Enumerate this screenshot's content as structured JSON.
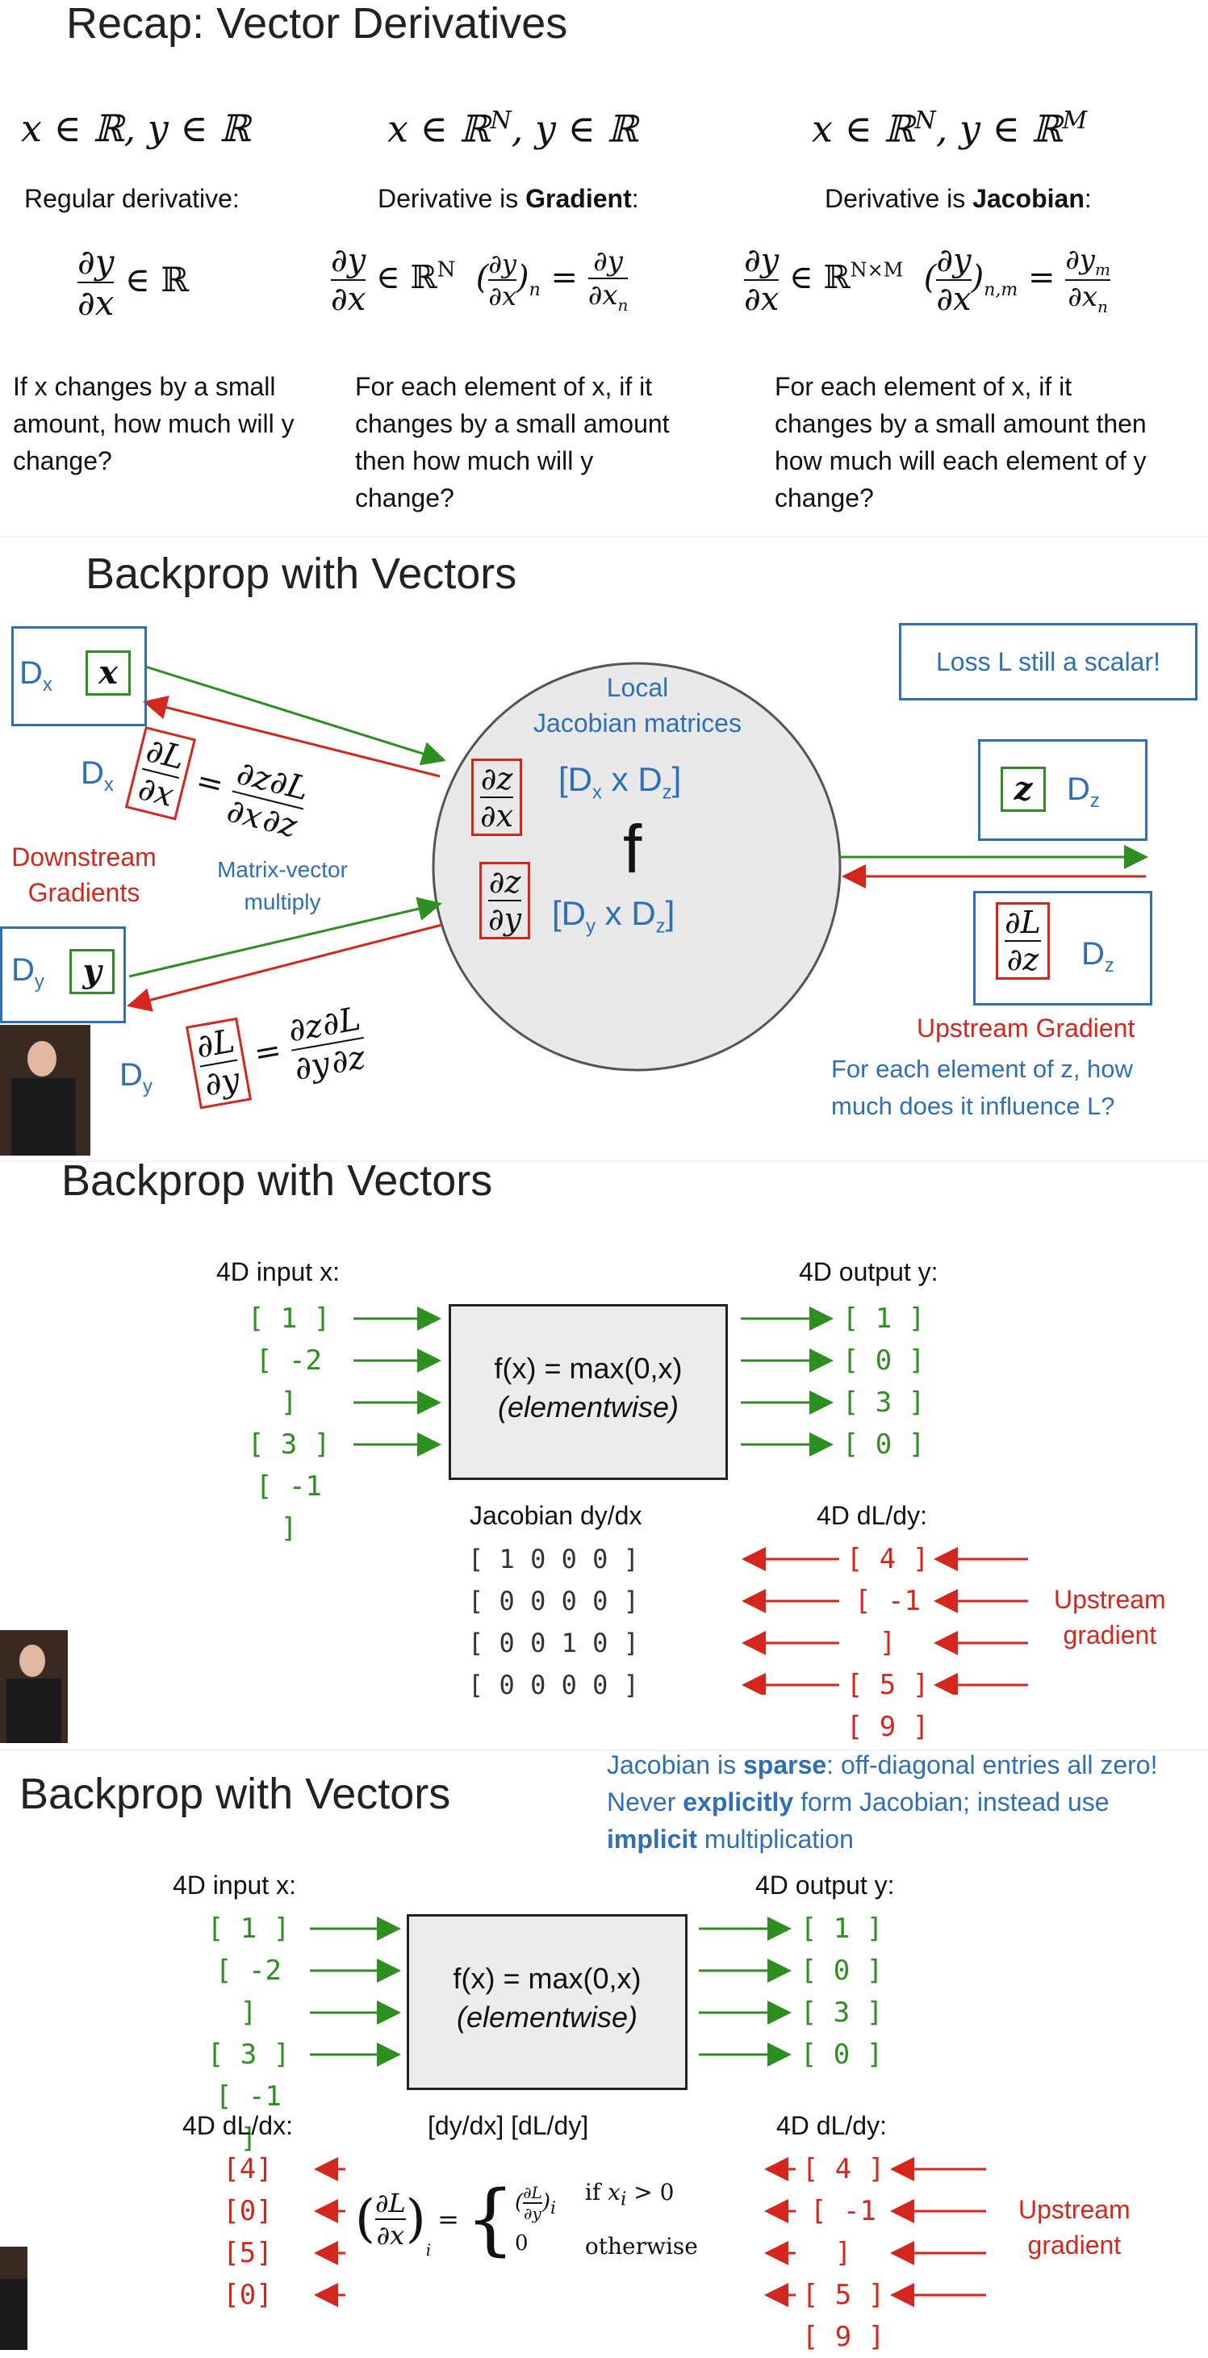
{
  "recap": {
    "title": "Recap: Vector Derivatives",
    "col1": {
      "subtitle": "Regular derivative:",
      "desc": "If x changes by a small amount, how much will y change?"
    },
    "col2": {
      "subtitle_a": "Derivative is ",
      "subtitle_b": "Gradient",
      "subtitle_c": ":",
      "desc": "For each element of x, if it changes by a small amount then how much will y change?"
    },
    "col3": {
      "subtitle_a": "Derivative is ",
      "subtitle_b": "Jacobian",
      "subtitle_c": ":",
      "desc": "For each element of x, if it changes by a small amount then how much will each element of y change?"
    }
  },
  "slide2": {
    "title": "Backprop with Vectors",
    "local_a": "Local",
    "local_b": "Jacobian matrices",
    "f": "f",
    "dim_xz": "[D",
    "loss_note": "Loss L still a scalar!",
    "downstream_a": "Downstream",
    "downstream_b": "Gradients",
    "matvec_a": "Matrix-vector",
    "matvec_b": "multiply",
    "upstream": "Upstream Gradient",
    "influence_a": "For each element of z, how",
    "influence_b": "much does it influence L?"
  },
  "slide3": {
    "title": "Backprop with Vectors",
    "input_label": "4D input x:",
    "output_label": "4D output y:",
    "inputs": [
      "[ 1 ]",
      "[ -2 ]",
      "[ 3 ]",
      "[ -1 ]"
    ],
    "outputs": [
      "[ 1 ]",
      "[ 0 ]",
      "[ 3 ]",
      "[ 0 ]"
    ],
    "func_a": "f(x) = max(0,x)",
    "func_b": "(elementwise)",
    "jac_label": "Jacobian dy/dx",
    "jac_rows": [
      "[ 1 0 0 0 ]",
      "[ 0 0 0 0 ]",
      "[ 0 0 1 0 ]",
      "[ 0 0 0 0 ]"
    ],
    "dldy_label": "4D dL/dy:",
    "dldy": [
      "[ 4 ]",
      "[ -1 ]",
      "[ 5 ]",
      "[ 9 ]"
    ],
    "upstream_a": "Upstream",
    "upstream_b": "gradient"
  },
  "slide4": {
    "title": "Backprop with Vectors",
    "note": "Jacobian is sparse: off-diagonal entries all zero! Never explicitly form Jacobian; instead use implicit multiplication",
    "input_label": "4D input x:",
    "output_label": "4D output y:",
    "inputs": [
      "[ 1 ]",
      "[ -2 ]",
      "[ 3 ]",
      "[ -1 ]"
    ],
    "outputs": [
      "[ 1 ]",
      "[ 0 ]",
      "[ 3 ]",
      "[ 0 ]"
    ],
    "func_a": "f(x) = max(0,x)",
    "func_b": "(elementwise)",
    "dldx_label": "4D dL/dx:",
    "mult_label": "[dy/dx] [dL/dy]",
    "dldy_label": "4D dL/dy:",
    "dldx": [
      "[4]",
      "[0]",
      "[5]",
      "[0]"
    ],
    "dldy": [
      "[ 4 ]",
      "[ -1 ]",
      "[ 5 ]",
      "[ 9 ]"
    ],
    "case_if": "if",
    "case_otherwise": "otherwise",
    "upstream_a": "Upstream",
    "upstream_b": "gradient"
  }
}
